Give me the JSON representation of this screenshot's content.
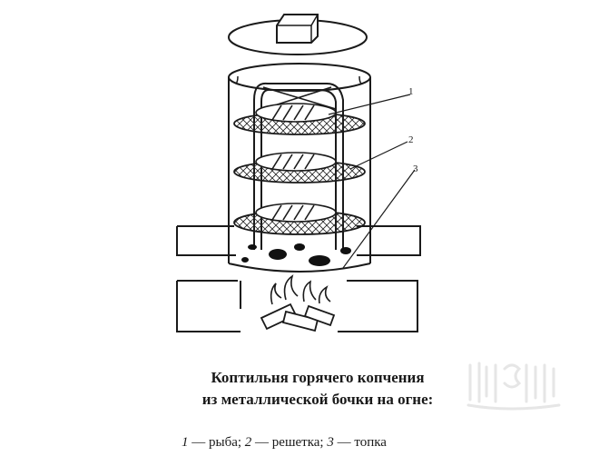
{
  "figure": {
    "callouts": [
      "1",
      "2",
      "3"
    ]
  },
  "caption": {
    "title_line1": "Коптильня горячего копчения",
    "title_line2": "из металлической бочки на огне:",
    "legend": [
      {
        "num": "1",
        "text": " — рыба; "
      },
      {
        "num": "2",
        "text": " — решетка; "
      },
      {
        "num": "3",
        "text": " — топка"
      }
    ]
  }
}
